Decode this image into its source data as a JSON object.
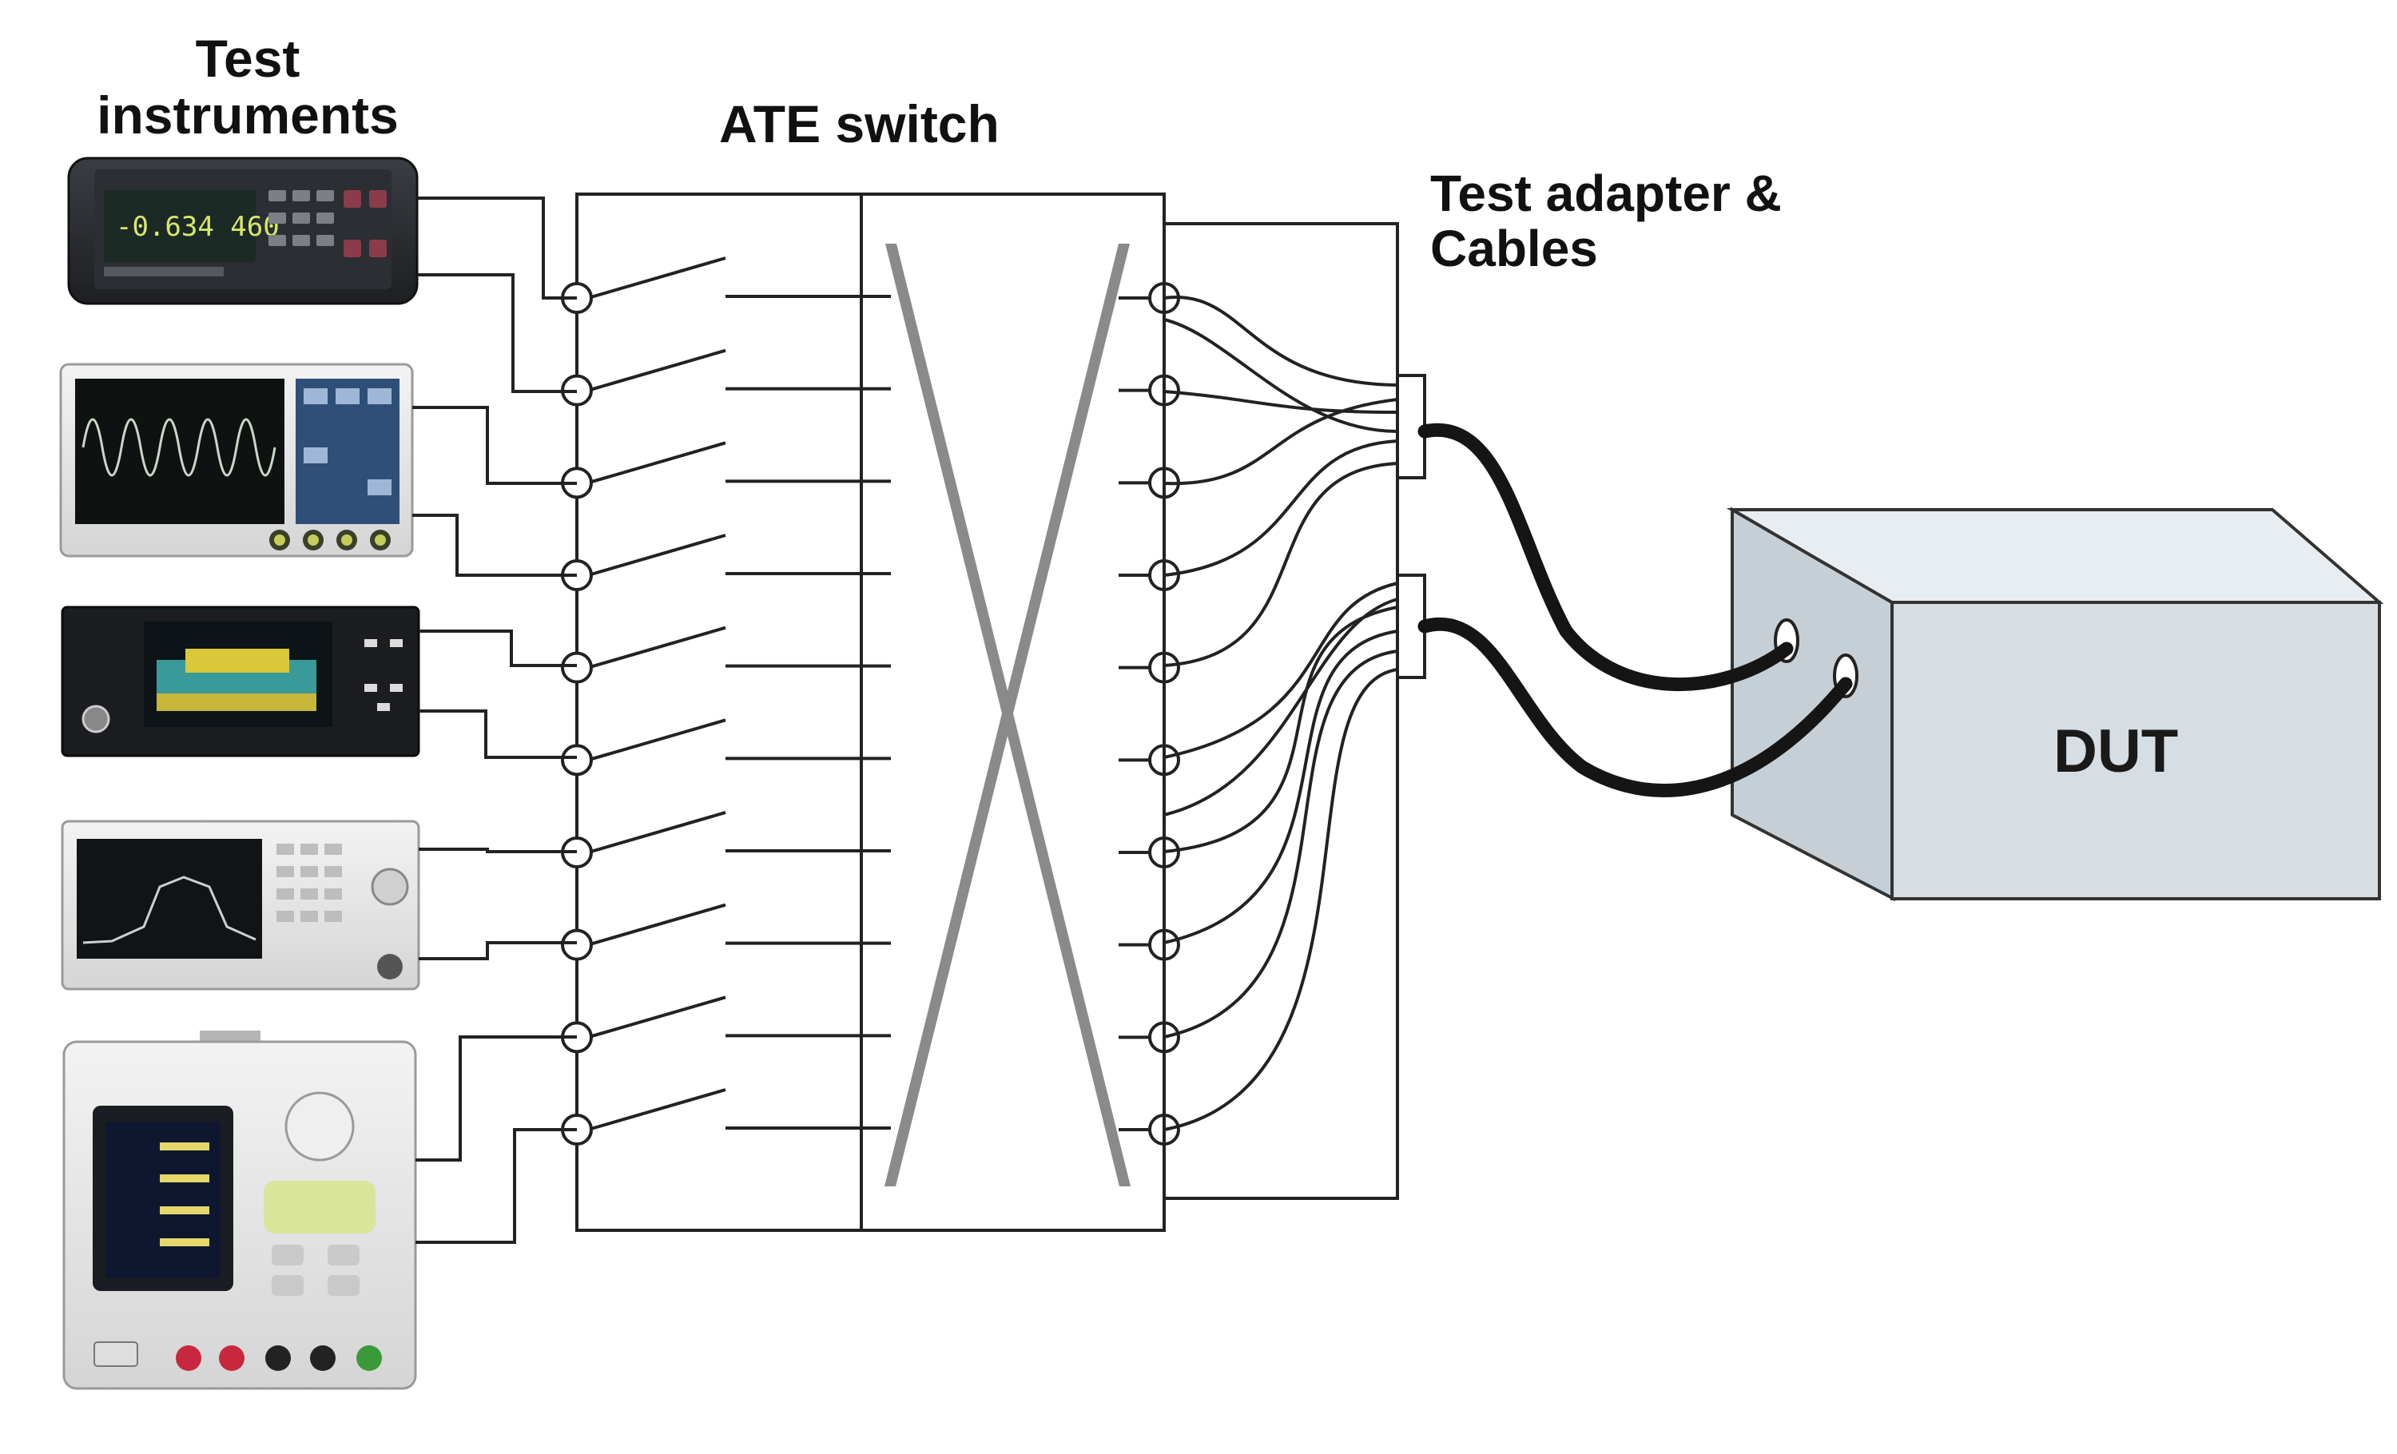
{
  "labels": {
    "instruments_line1": "Test",
    "instruments_line2": "instruments",
    "switch": "ATE switch",
    "adapter_line1": "Test adapter &",
    "adapter_line2": "Cables",
    "dut": "DUT"
  },
  "instruments": [
    {
      "type": "digital-multimeter",
      "display": "-0.634 460"
    },
    {
      "type": "oscilloscope"
    },
    {
      "type": "signal-analyzer"
    },
    {
      "type": "spectrum-analyzer"
    },
    {
      "type": "dc-power-supply"
    }
  ],
  "switch": {
    "channels": 10
  },
  "colors": {
    "line": "#222222",
    "cable": "#151515",
    "dut_front": "#d6dde3",
    "dut_top": "#e8edf1",
    "dut_side": "#c7cfd6"
  }
}
